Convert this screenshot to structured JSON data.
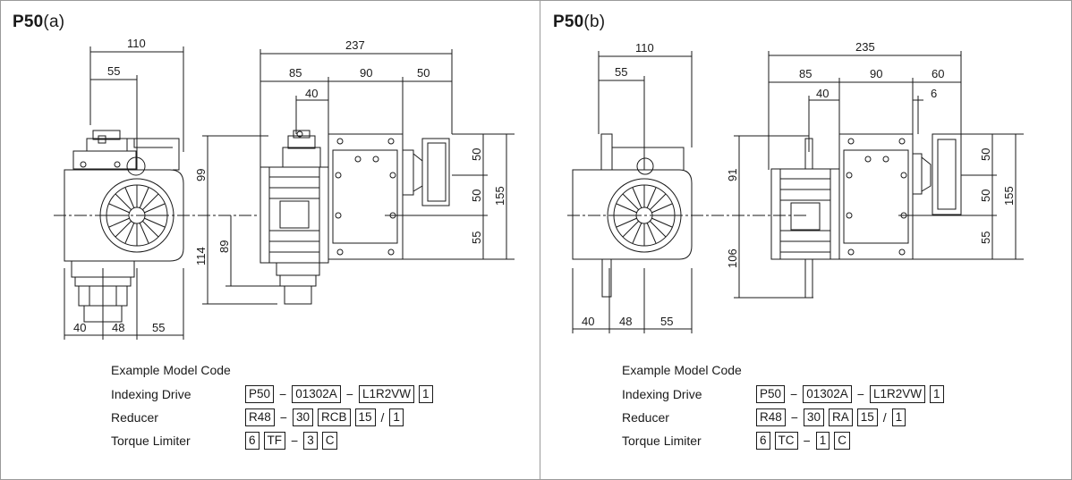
{
  "panels": [
    {
      "title": "P50",
      "variant": "(a)",
      "dims": {
        "top_width": "110",
        "top_half": "55",
        "total": "237",
        "seg1": "85",
        "seg2": "90",
        "seg3": "50",
        "offset": "40",
        "right1": "50",
        "right2": "50",
        "right3": "55",
        "right_total": "155",
        "upper": "99",
        "lower": "114",
        "shaft": "89",
        "bottom1": "40",
        "bottom2": "48",
        "bottom3": "55"
      },
      "code": {
        "heading": "Example Model Code",
        "rows": [
          {
            "label": "Indexing Drive",
            "parts": [
              {
                "t": "box",
                "v": "P50"
              },
              {
                "t": "sep",
                "v": "−"
              },
              {
                "t": "box",
                "v": "01302A"
              },
              {
                "t": "sep",
                "v": "−"
              },
              {
                "t": "box",
                "v": "L1R2VW"
              },
              {
                "t": "box",
                "v": "1"
              }
            ]
          },
          {
            "label": "Reducer",
            "parts": [
              {
                "t": "box",
                "v": "R48"
              },
              {
                "t": "sep",
                "v": "−"
              },
              {
                "t": "box",
                "v": "30"
              },
              {
                "t": "box",
                "v": "RCB"
              },
              {
                "t": "box",
                "v": "15"
              },
              {
                "t": "sep",
                "v": "/"
              },
              {
                "t": "box",
                "v": "1"
              }
            ]
          },
          {
            "label": "Torque Limiter",
            "parts": [
              {
                "t": "box",
                "v": "6"
              },
              {
                "t": "box",
                "v": "TF"
              },
              {
                "t": "sep",
                "v": "−"
              },
              {
                "t": "box",
                "v": "3"
              },
              {
                "t": "box",
                "v": "C"
              }
            ]
          }
        ]
      }
    },
    {
      "title": "P50",
      "variant": "(b)",
      "dims": {
        "top_width": "110",
        "top_half": "55",
        "total": "235",
        "seg1": "85",
        "seg2": "90",
        "seg3": "60",
        "offset": "40",
        "small": "6",
        "right1": "50",
        "right2": "50",
        "right3": "55",
        "right_total": "155",
        "upper": "91",
        "lower": "106",
        "bottom1": "40",
        "bottom2": "48",
        "bottom3": "55"
      },
      "code": {
        "heading": "Example Model Code",
        "rows": [
          {
            "label": "Indexing Drive",
            "parts": [
              {
                "t": "box",
                "v": "P50"
              },
              {
                "t": "sep",
                "v": "−"
              },
              {
                "t": "box",
                "v": "01302A"
              },
              {
                "t": "sep",
                "v": "−"
              },
              {
                "t": "box",
                "v": "L1R2VW"
              },
              {
                "t": "box",
                "v": "1"
              }
            ]
          },
          {
            "label": "Reducer",
            "parts": [
              {
                "t": "box",
                "v": "R48"
              },
              {
                "t": "sep",
                "v": "−"
              },
              {
                "t": "box",
                "v": "30"
              },
              {
                "t": "box",
                "v": "RA"
              },
              {
                "t": "box",
                "v": "15"
              },
              {
                "t": "sep",
                "v": "/"
              },
              {
                "t": "box",
                "v": "1"
              }
            ]
          },
          {
            "label": "Torque Limiter",
            "parts": [
              {
                "t": "box",
                "v": "6"
              },
              {
                "t": "box",
                "v": "TC"
              },
              {
                "t": "sep",
                "v": "−"
              },
              {
                "t": "box",
                "v": "1"
              },
              {
                "t": "box",
                "v": "C"
              }
            ]
          }
        ]
      }
    }
  ]
}
